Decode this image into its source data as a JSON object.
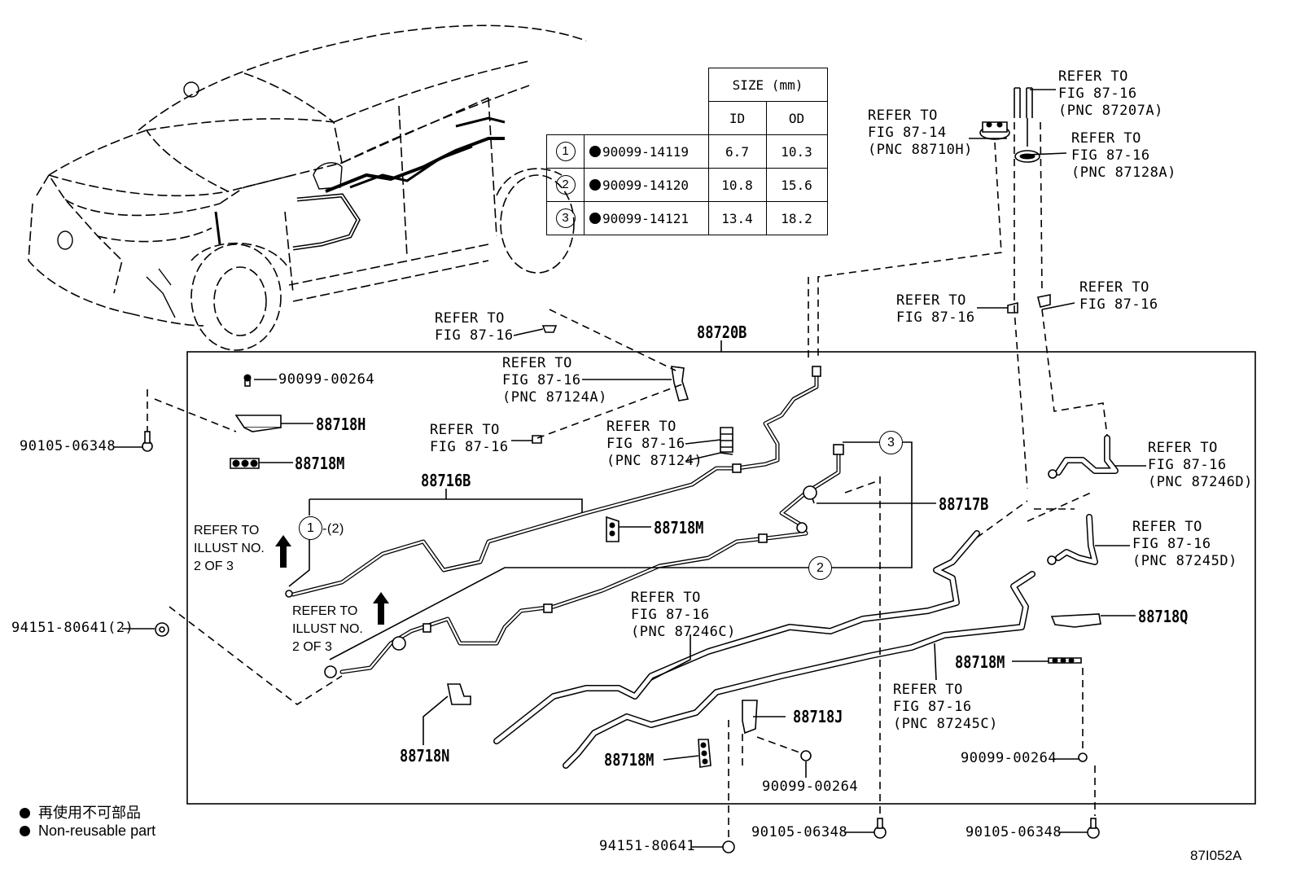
{
  "size_table": {
    "header_size": "SIZE (mm)",
    "header_id": "ID",
    "header_od": "OD",
    "rows": [
      {
        "no": "1",
        "part": "90099-14119",
        "id": "6.7",
        "od": "10.3"
      },
      {
        "no": "2",
        "part": "90099-14120",
        "id": "10.8",
        "od": "15.6"
      },
      {
        "no": "3",
        "part": "90099-14121",
        "id": "13.4",
        "od": "18.2"
      }
    ]
  },
  "refs": {
    "r1": "REFER TO\nFIG 87-16\n(PNC 87207A)",
    "r2": "REFER TO\nFIG 87-14\n(PNC 88710H)",
    "r3": "REFER TO\nFIG 87-16\n(PNC 87128A)",
    "r4": "REFER TO\nFIG 87-16",
    "r5": "REFER TO\nFIG 87-16",
    "r6": "REFER TO\nFIG 87-16",
    "r7": "REFER TO\nFIG 87-16\n(PNC 87124A)",
    "r8": "REFER TO\nFIG 87-16",
    "r9": "REFER TO\nFIG 87-16\n(PNC 87124)",
    "r10": "REFER TO\nFIG 87-16\n(PNC 87246D)",
    "r11": "REFER TO\nFIG 87-16\n(PNC 87245D)",
    "r12": "REFER TO\nFIG 87-16\n(PNC 87246C)",
    "r13": "REFER TO\nFIG 87-16\n(PNC 87245C)",
    "illust1": "REFER TO\nILLUST NO.\n2 OF 3",
    "illust2": "REFER TO\nILLUST NO.\n2 OF 3"
  },
  "parts": {
    "p88720B": "88720B",
    "p90099_00264_a": "90099-00264",
    "p88718H": "88718H",
    "p88718M_a": "88718M",
    "p90105_06348_a": "90105-06348",
    "p88716B": "88716B",
    "p88718M_b": "88718M",
    "p88717B": "88717B",
    "p94151_80641_2": "94151-80641(2)",
    "p88718Q": "88718Q",
    "p88718M_c": "88718M",
    "p88718N": "88718N",
    "p88718J": "88718J",
    "p88718M_d": "88718M",
    "p90099_00264_b": "90099-00264",
    "p90099_00264_c": "90099-00264",
    "p94151_80641": "94151-80641",
    "p90105_06348_b": "90105-06348",
    "p90105_06348_c": "90105-06348"
  },
  "callouts": {
    "c1": "1",
    "c1_suffix": "-(2)",
    "c2": "2",
    "c3": "3"
  },
  "legend": {
    "jp": "再使用不可部品",
    "en": "Non-reusable part"
  },
  "figure_code": "87I052A"
}
